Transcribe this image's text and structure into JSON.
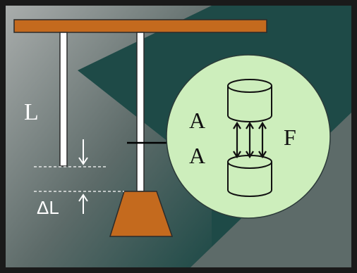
{
  "labels": {
    "length": "L",
    "delta_length": "ΔL",
    "area_top": "A",
    "area_bottom": "A",
    "force": "F"
  },
  "colors": {
    "frame_border": "#1a1a1a",
    "background_dark": "#1e4a47",
    "background_mid": "#5d6b69",
    "background_light": "#a9adac",
    "beam": "#c46a1e",
    "weight": "#c46a1e",
    "wire_fill": "#ffffff",
    "wire_stroke": "#2b2b2b",
    "circle_fill": "#cdeebc",
    "guide_lines": "#ffffff",
    "label_text": "#ffffff",
    "circle_text": "#111111"
  },
  "icons": {
    "down_arrow": "arrow-down-icon",
    "up_arrow": "arrow-up-icon"
  }
}
